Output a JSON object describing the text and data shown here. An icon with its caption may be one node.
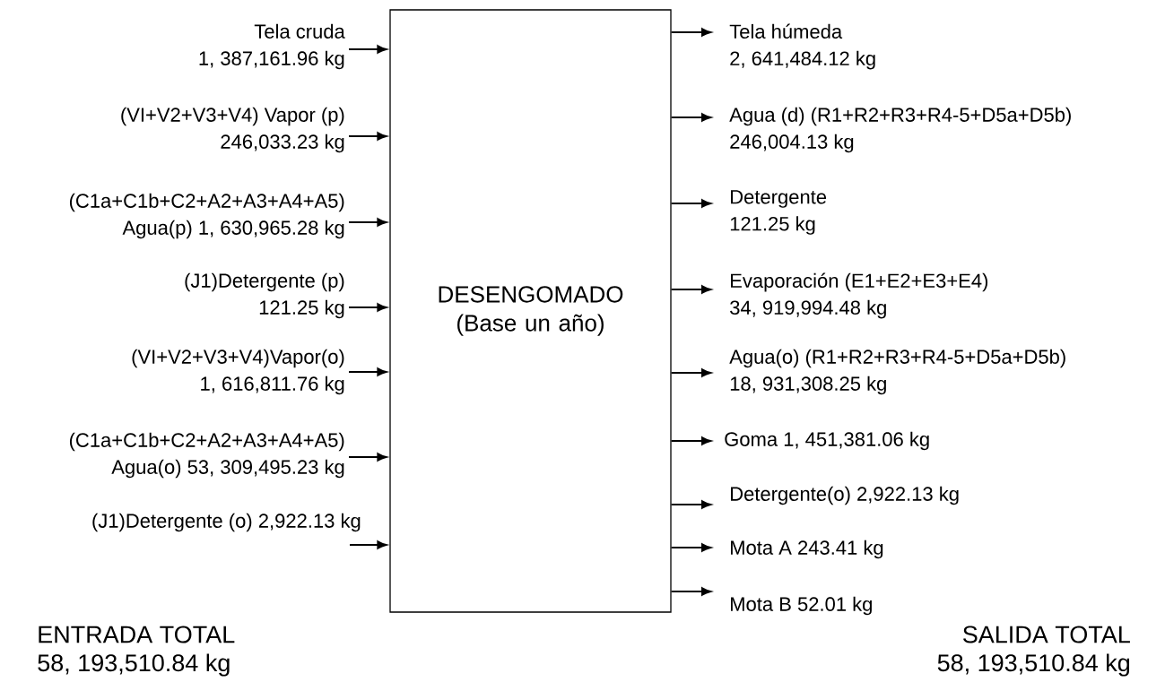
{
  "diagram": {
    "nodes": [
      {
        "text": [
          "DESENGOMADO (Base un año)"
        ]
      },
      {
        "text": [
          "Tela cruda",
          "1, 387,161.96 kg"
        ]
      },
      {
        "text": [
          "(VI+V2+V3+V4)  Vapor (p)",
          "246,033.23 kg"
        ]
      },
      {
        "text": [
          "(C1a+C1b+C2+A2+A3+A4+A5)",
          "Agua(p)    1, 630,965.28 kg"
        ]
      },
      {
        "text": [
          "(J1)Detergente (p)",
          "121.25 kg"
        ]
      },
      {
        "text": [
          "(VI+V2+V3+V4)Vapor(o)",
          "1, 616,811.76 kg"
        ]
      },
      {
        "text": [
          "(C1a+C1b+C2+A2+A3+A4+A5)",
          "Agua(o)  53, 309,495.23 kg"
        ]
      },
      {
        "text": [
          "(J1)Detergente (o)  2,922.13 kg"
        ]
      },
      {
        "text": [
          "Tela húmeda",
          "2, 641,484.12 kg"
        ]
      },
      {
        "text": [
          "Agua (d) (R1+R2+R3+R4-5+D5a+D5b)",
          "246,004.13 kg"
        ]
      },
      {
        "text": [
          "Detergente",
          "121.25 kg"
        ]
      },
      {
        "text": [
          "Evaporación (E1+E2+E3+E4)",
          "34, 919,994.48 kg"
        ]
      },
      {
        "text": [
          "Agua(o) (R1+R2+R3+R4-5+D5a+D5b)",
          "18, 931,308.25 kg"
        ]
      },
      {
        "text": [
          "Goma  1, 451,381.06 kg"
        ]
      },
      {
        "text": [
          "Detergente(o)   2,922.13 kg"
        ]
      },
      {
        "text": [
          "Mota A    243.41 kg"
        ]
      },
      {
        "text": [
          "Mota B    52.01 kg"
        ]
      }
    ],
    "edges": [
      {
        "from": 1,
        "to": 0,
        "arrow": "to"
      },
      {
        "from": 2,
        "to": 0,
        "arrow": "to"
      },
      {
        "from": 3,
        "to": 0,
        "arrow": "to"
      },
      {
        "from": 4,
        "to": 0,
        "arrow": "to"
      },
      {
        "from": 5,
        "to": 0,
        "arrow": "to"
      },
      {
        "from": 6,
        "to": 0,
        "arrow": "to"
      },
      {
        "from": 7,
        "to": 0,
        "arrow": "to"
      },
      {
        "from": 0,
        "to": 8,
        "arrow": "to"
      },
      {
        "from": 0,
        "to": 9,
        "arrow": "to"
      },
      {
        "from": 0,
        "to": 10,
        "arrow": "to"
      },
      {
        "from": 0,
        "to": 11,
        "arrow": "to"
      },
      {
        "from": 0,
        "to": 12,
        "arrow": "to"
      },
      {
        "from": 0,
        "to": 13,
        "arrow": "to"
      },
      {
        "from": 0,
        "to": 14,
        "arrow": "to"
      },
      {
        "from": 0,
        "to": 15,
        "arrow": "to"
      },
      {
        "from": 0,
        "to": 16,
        "arrow": "to"
      }
    ],
    "labels": [
      "ENTRADA  TOTAL",
      "58, 193,510.84 kg",
      "SALIDA TOTAL",
      "58, 193,510.84 kg"
    ]
  }
}
